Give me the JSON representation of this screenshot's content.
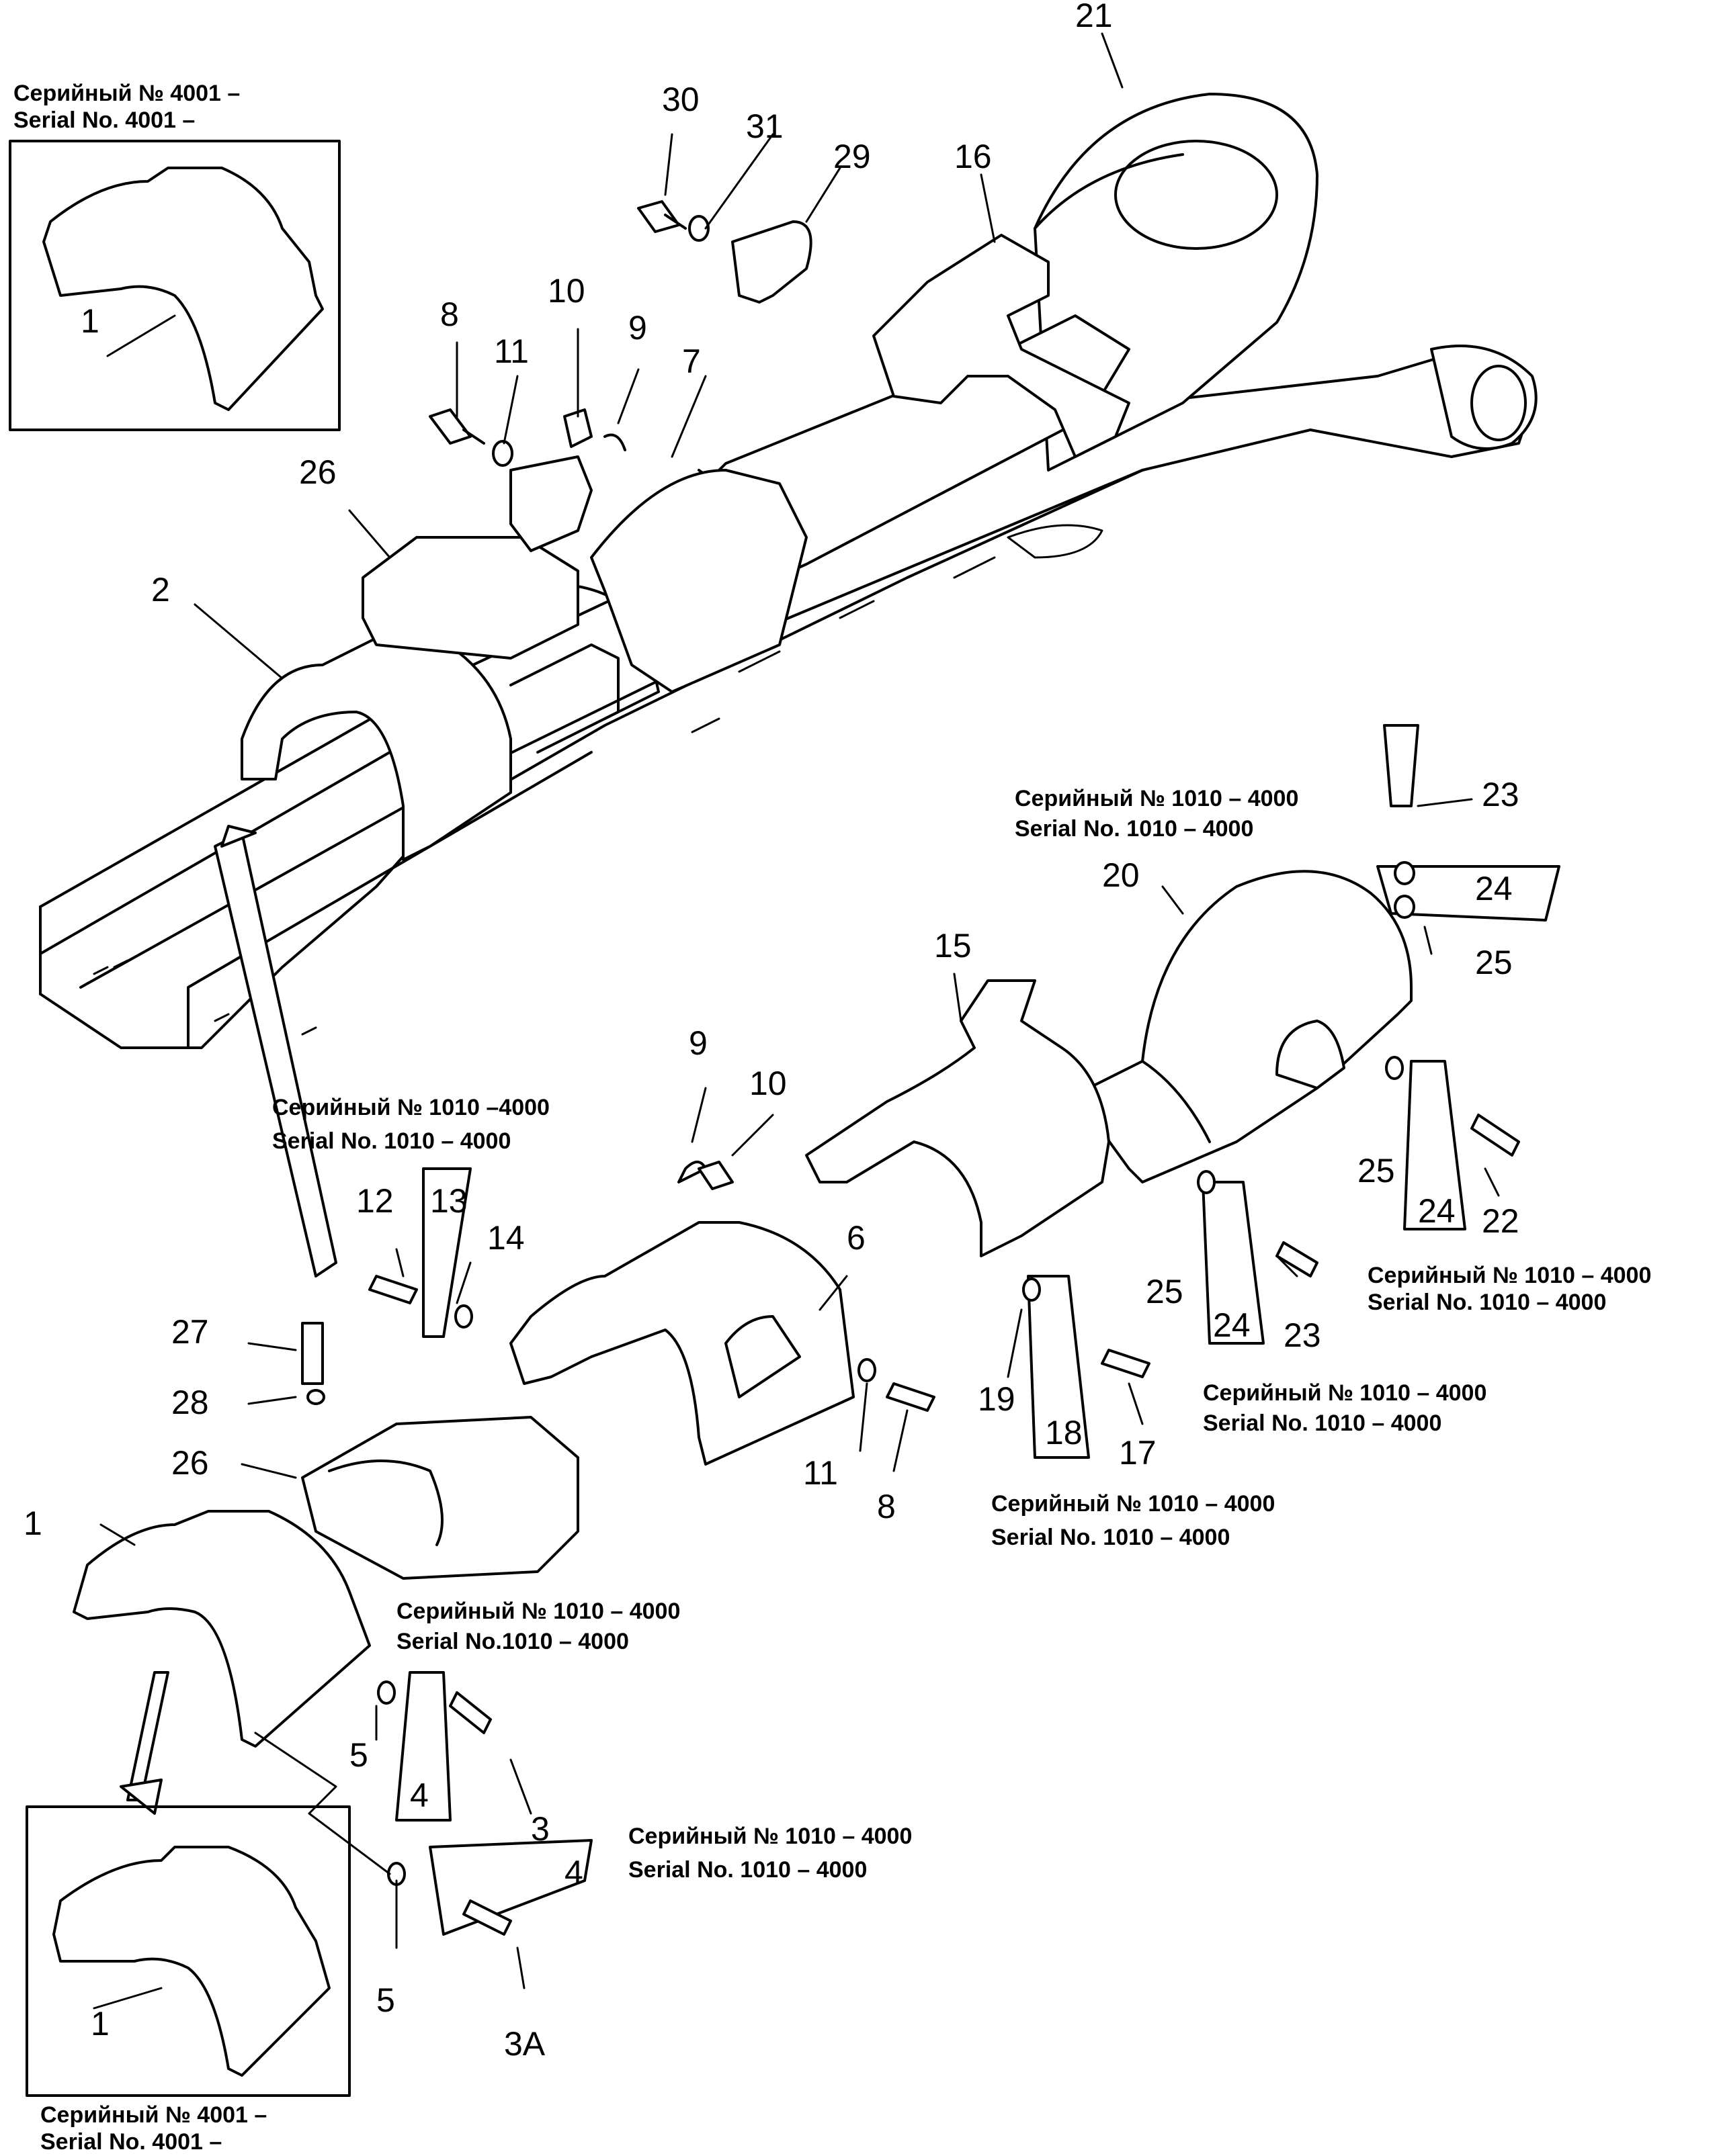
{
  "serial_notes": {
    "s1_ru": "Серийный № 4001 –",
    "s1_en": "Serial No. 4001 –",
    "s2_ru": "Серийный № 1010 – 4000",
    "s2_en": "Serial No. 1010 – 4000",
    "s3_ru": "Серийный № 1010 –4000",
    "s3_en": "Serial No. 1010 – 4000",
    "s4_ru": "Серийный № 1010 – 4000",
    "s4_en": "Serial No. 1010 – 4000",
    "s5_ru": "Серийный № 1010 – 4000",
    "s5_en": "Serial No. 1010 – 4000",
    "s6_ru": "Серийный № 1010 – 4000",
    "s6_en": "Serial No.1010 – 4000",
    "s7_ru": "Серийный № 1010 – 4000",
    "s7_en": "Serial No. 1010 – 4000",
    "s8_ru": "Серийный № 1010 – 4000",
    "s8_en": "Serial No. 1010 – 4000",
    "s9_ru": "Серийный № 4001 –",
    "s9_en": "Serial No. 4001 –"
  },
  "callouts": {
    "c21": "21",
    "c30": "30",
    "c31": "31",
    "c29": "29",
    "c16": "16",
    "c1_top": "1",
    "c8_top": "8",
    "c11_top": "11",
    "c10_top": "10",
    "c9_top": "9",
    "c7": "7",
    "c26_top": "26",
    "c2": "2",
    "c23_top": "23",
    "c20": "20",
    "c24_top": "24",
    "c25_top": "25",
    "c15": "15",
    "c9_mid": "9",
    "c10_mid": "10",
    "c6": "6",
    "c25_a": "25",
    "c24_a": "24",
    "c22": "22",
    "c25_b": "25",
    "c24_b": "24",
    "c23_b": "23",
    "c12": "12",
    "c13": "13",
    "c14": "14",
    "c27": "27",
    "c28": "28",
    "c26_bot": "26",
    "c11_bot": "11",
    "c8_bot": "8",
    "c19": "19",
    "c18": "18",
    "c17": "17",
    "c1_bot": "1",
    "c5_a": "5",
    "c4_a": "4",
    "c3": "3",
    "c4_b": "4",
    "c5_b": "5",
    "c3a": "3A",
    "c1_box": "1"
  }
}
